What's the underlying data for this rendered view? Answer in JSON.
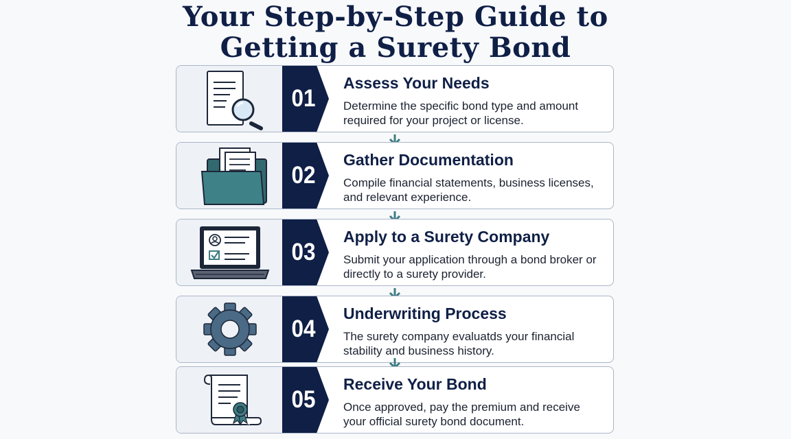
{
  "title": {
    "line1": "Your Step-by-Step Guide to",
    "line2": "Getting a Surety Bond"
  },
  "colors": {
    "navy": "#0f1f46",
    "teal": "#3e7d83",
    "slate": "#4a6a85",
    "card_border": "#a9b6c8",
    "icon_panel": "#eef1f6"
  },
  "steps": [
    {
      "number": "01",
      "title": "Assess Your Needs",
      "description": "Determine the specific bond type and amount required for your project or license.",
      "icon": "document-search-icon"
    },
    {
      "number": "02",
      "title": "Gather Documentation",
      "description": "Compile financial statements, business licenses, and relevant experience.",
      "icon": "folder-icon"
    },
    {
      "number": "03",
      "title": "Apply to a Surety Company",
      "description": "Submit your application through a bond broker or directly to a surety provider.",
      "icon": "laptop-application-icon"
    },
    {
      "number": "04",
      "title": "Underwriting Process",
      "description": "The surety company evaluatds your financial stability and business history.",
      "icon": "gear-icon"
    },
    {
      "number": "05",
      "title": "Receive Your Bond",
      "description": "Once approved, pay the premium and receive your official surety bond document.",
      "icon": "certificate-scroll-icon"
    }
  ]
}
